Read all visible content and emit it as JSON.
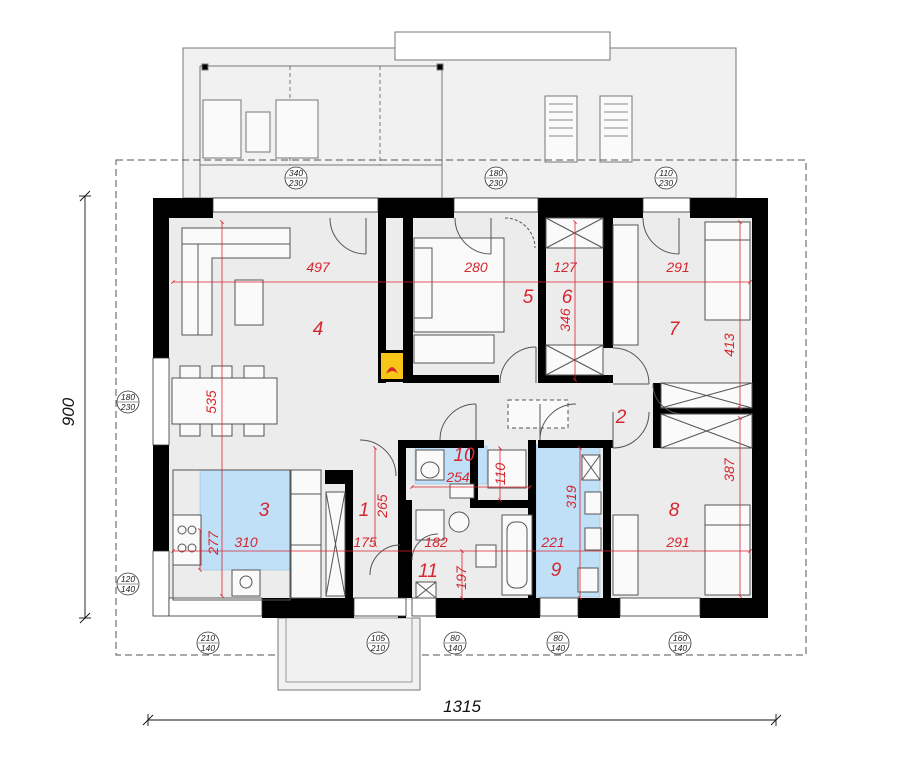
{
  "colors": {
    "wall": "#000000",
    "floor": "#ececec",
    "wet": "#bfe0f7",
    "dim": "#d6262f",
    "fire": "#f7c617"
  },
  "rooms": [
    {
      "id": "1",
      "label": "1"
    },
    {
      "id": "2",
      "label": "2"
    },
    {
      "id": "3",
      "label": "3"
    },
    {
      "id": "4",
      "label": "4"
    },
    {
      "id": "5",
      "label": "5"
    },
    {
      "id": "6",
      "label": "6"
    },
    {
      "id": "7",
      "label": "7"
    },
    {
      "id": "8",
      "label": "8"
    },
    {
      "id": "9",
      "label": "9"
    },
    {
      "id": "10",
      "label": "10"
    },
    {
      "id": "11",
      "label": "11"
    }
  ],
  "inner_dims": [
    "497",
    "280",
    "127",
    "291",
    "346",
    "413",
    "535",
    "254",
    "110",
    "265",
    "319",
    "387",
    "277",
    "310",
    "175",
    "182",
    "221",
    "291",
    "197"
  ],
  "outer_dims": {
    "width": "1315",
    "height": "900"
  },
  "windows": [
    {
      "top": "340",
      "bottom": "230"
    },
    {
      "top": "180",
      "bottom": "230"
    },
    {
      "top": "110",
      "bottom": "230"
    },
    {
      "top": "180",
      "bottom": "230"
    },
    {
      "top": "120",
      "bottom": "140"
    },
    {
      "top": "210",
      "bottom": "140"
    },
    {
      "top": "105",
      "bottom": "210"
    },
    {
      "top": "80",
      "bottom": "140"
    },
    {
      "top": "80",
      "bottom": "140"
    },
    {
      "top": "160",
      "bottom": "140"
    }
  ]
}
